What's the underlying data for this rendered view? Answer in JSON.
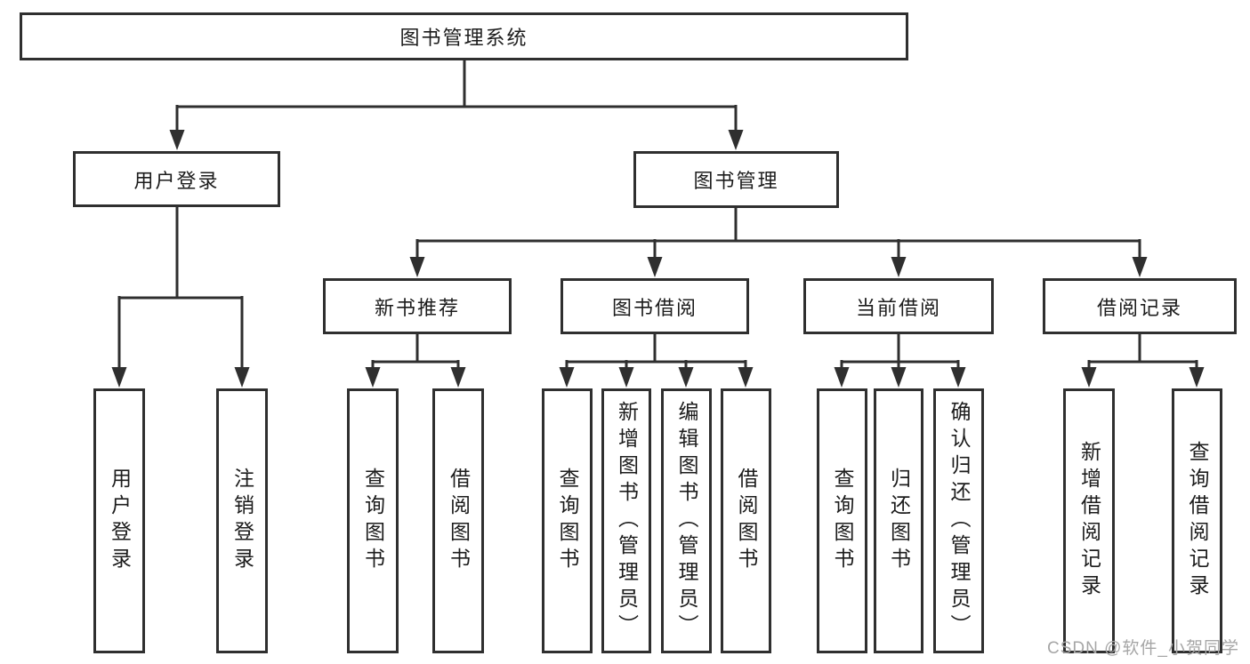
{
  "nodes": {
    "root": {
      "label": "图书管理系统"
    },
    "level2": [
      {
        "label": "用户登录"
      },
      {
        "label": "图书管理"
      }
    ],
    "level3": [
      {
        "label": "新书推荐"
      },
      {
        "label": "图书借阅"
      },
      {
        "label": "当前借阅"
      },
      {
        "label": "借阅记录"
      }
    ],
    "leaves": [
      {
        "label": "用户登录"
      },
      {
        "label": "注销登录"
      },
      {
        "label": "查询图书"
      },
      {
        "label": "借阅图书"
      },
      {
        "label": "查询图书"
      },
      {
        "label": "新增图书（管理员）"
      },
      {
        "label": "编辑图书（管理员）"
      },
      {
        "label": "借阅图书"
      },
      {
        "label": "查询图书"
      },
      {
        "label": "归还图书"
      },
      {
        "label": "确认归还（管理员）"
      },
      {
        "label": "新增借阅记录"
      },
      {
        "label": "查询借阅记录"
      }
    ]
  },
  "watermark": {
    "text": "CSDN @软件_小贺同学"
  },
  "colors": {
    "line": "#2f2f2f",
    "box_border": "#2f2f2f",
    "text": "#1c1c1c",
    "watermark": "#a6a6a6",
    "background": "#ffffff"
  }
}
